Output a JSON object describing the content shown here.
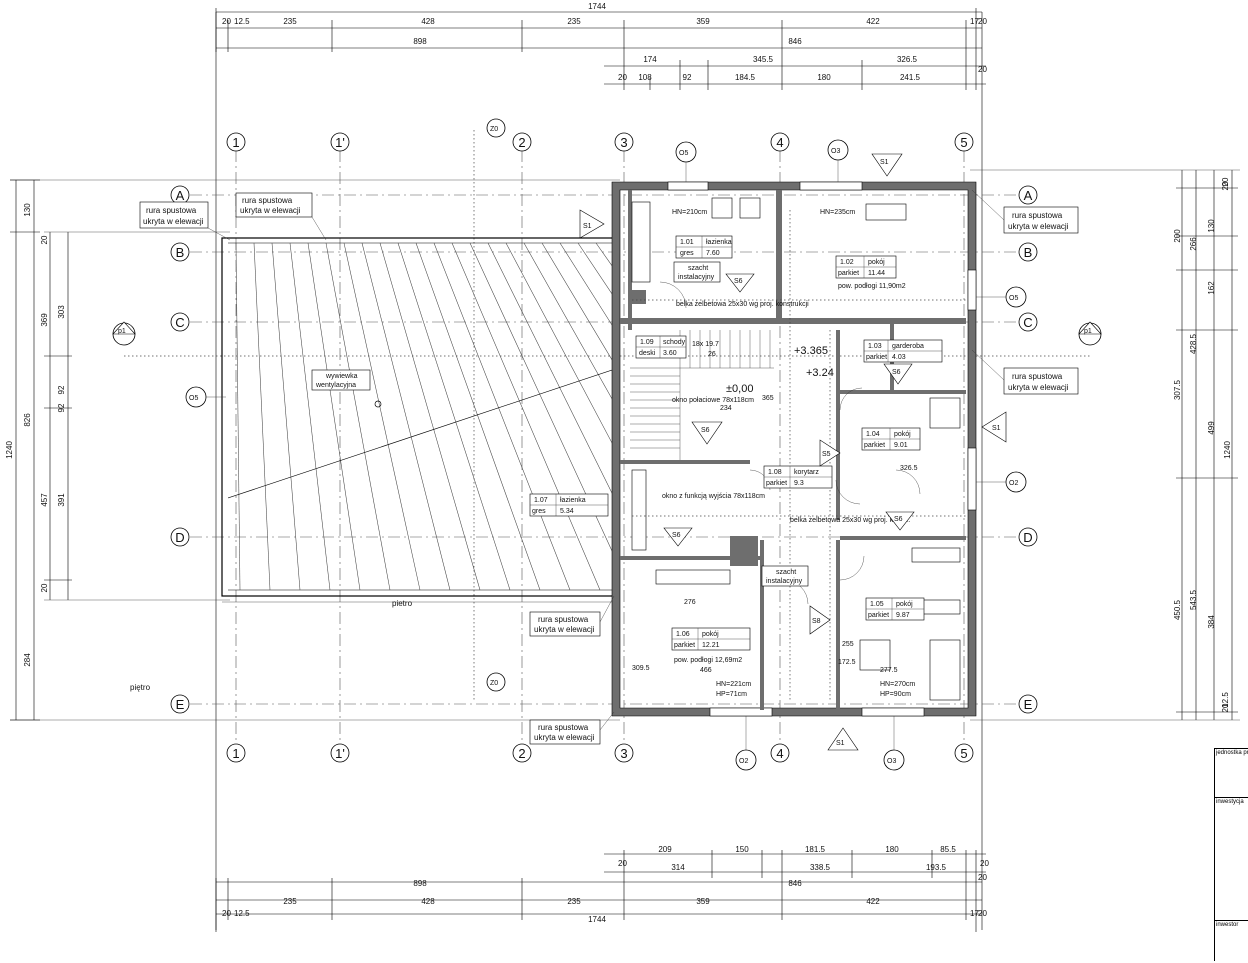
{
  "axes": {
    "vertical": [
      "1",
      "1'",
      "2",
      "3",
      "4",
      "5"
    ],
    "horizontal": [
      "A",
      "B",
      "C",
      "D",
      "E"
    ]
  },
  "dimensions": {
    "top_total": "1744",
    "top_segments": [
      "20",
      "12.5",
      "235",
      "428",
      "235",
      "359",
      "422",
      "17",
      "20"
    ],
    "top_span_left": "898",
    "top_span_right": "846",
    "top_upper_row": [
      "174",
      "345.5",
      "326.5"
    ],
    "top_lower_row": [
      "20",
      "108",
      "92",
      "184.5",
      "180",
      "241.5",
      "20"
    ],
    "bottom_total": "1744",
    "bottom_segments": [
      "20",
      "12.5",
      "235",
      "428",
      "235",
      "359",
      "422",
      "17",
      "20"
    ],
    "bottom_span_left": "898",
    "bottom_span_right": "846",
    "bottom_upper_row": [
      "209",
      "150",
      "181.5",
      "180",
      "85.5",
      "20"
    ],
    "bottom_lower_row": [
      "20",
      "314",
      "338.5",
      "193.5",
      "20"
    ],
    "left_total": "1240",
    "left_row1": [
      "130",
      "826",
      "284"
    ],
    "left_row2": [
      "20",
      "369",
      "457",
      "20"
    ],
    "left_row3": [
      "303",
      "92",
      "92",
      "391"
    ],
    "right_total": "1240",
    "right_row1": [
      "20",
      "200",
      "266",
      "428.5",
      "543.5"
    ],
    "right_row2": [
      "130",
      "162",
      "307.5",
      "499",
      "450.5",
      "12.5"
    ],
    "right_row3": [
      "20",
      "384",
      "20"
    ]
  },
  "rooms": [
    {
      "num": "1.01",
      "name": "łazienka",
      "floor": "gres",
      "area": "7.60"
    },
    {
      "num": "1.02",
      "name": "pokój",
      "floor": "parkiet",
      "area": "11.44",
      "note": "pow. podłogi 11,90m2"
    },
    {
      "num": "1.03",
      "name": "garderoba",
      "floor": "parkiet",
      "area": "4.03"
    },
    {
      "num": "1.04",
      "name": "pokój",
      "floor": "parkiet",
      "area": "9.01"
    },
    {
      "num": "1.05",
      "name": "pokój",
      "floor": "parkiet",
      "area": "9.87"
    },
    {
      "num": "1.06",
      "name": "pokój",
      "floor": "parkiet",
      "area": "12.21",
      "note": "pow. podłogi 12,69m2"
    },
    {
      "num": "1.07",
      "name": "łazienka",
      "floor": "gres",
      "area": "5.34"
    },
    {
      "num": "1.08",
      "name": "korytarz",
      "floor": "parkiet",
      "area": "9.3"
    },
    {
      "num": "1.09",
      "name": "schody",
      "floor": "deski",
      "area": "3.60"
    }
  ],
  "labels": {
    "pipe_note": "rura spustowa ukryta w elewacji",
    "pipe_note_line1": "rura spustowa",
    "pipe_note_line2": "ukryta w elewacji",
    "ventilation_line1": "wywiewka",
    "ventilation_line2": "wentylacyjna",
    "shaft_line1": "szacht",
    "shaft_line2": "instalacyjny",
    "floor_label": "piętro",
    "level_1": "+3.365",
    "level_2": "+3.24",
    "level_0": "±0,00",
    "stairs": "18x 19.7",
    "stairs_run": "26",
    "window_roof": "okno połaciowe 78x118cm",
    "window_exit": "okno z funkcją wyjścia 78x118cm",
    "beam_1": "belka żelbetowa 25x30 wg proj. konstrukcji",
    "beam_2": "belka żelbetowa 25x30 wg proj. konstr.",
    "hn_210": "HN=210cm",
    "hn_235": "HN=235cm",
    "hn_221": "HN=221cm",
    "hn_270": "HN=270cm",
    "hp_90": "HP=90cm",
    "hp_71": "HP=71cm",
    "dim_276": "276",
    "dim_466": "466",
    "dim_234": "234",
    "dim_365": "365",
    "dim_326": "326.5",
    "dim_277": "277.5",
    "dim_309": "309.5",
    "dim_255": "255",
    "dim_172": "172.5"
  },
  "markers": {
    "section": "S1",
    "section_6": "S6",
    "p1": "p1",
    "o5": "O5",
    "o2": "O2",
    "o3": "O3",
    "z0": "Z0",
    "s5": "S5",
    "s8": "S8"
  },
  "title_block": {
    "row1": "jednostka projektowa",
    "row2": "inwestycja",
    "row3": "inwestor"
  }
}
